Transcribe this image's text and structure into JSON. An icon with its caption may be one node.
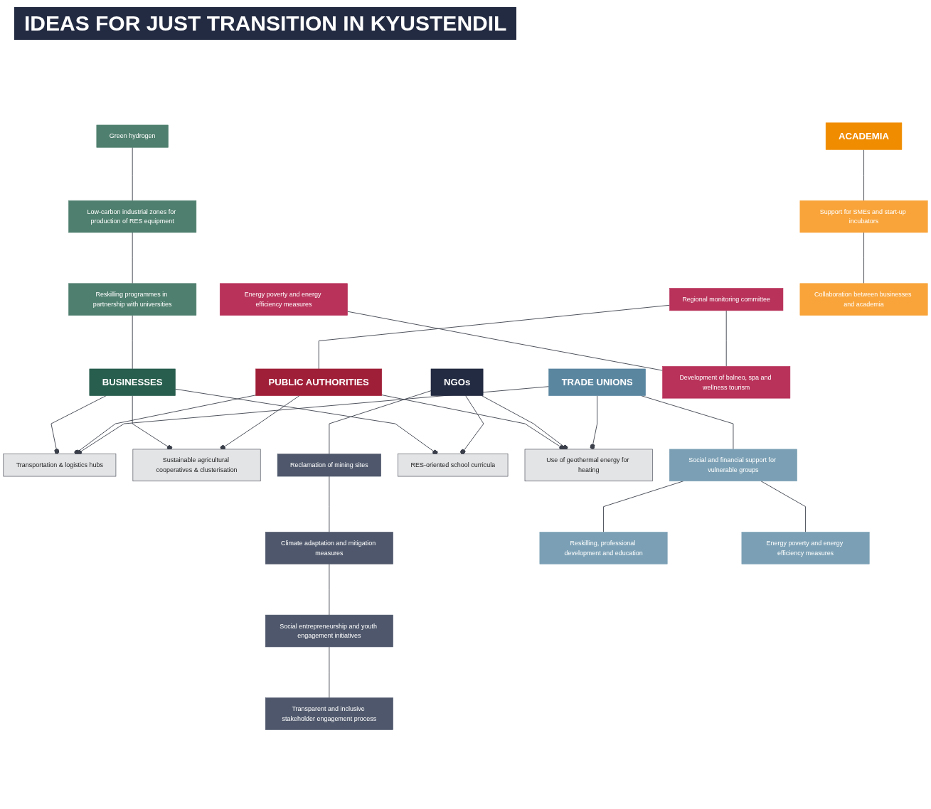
{
  "diagram": {
    "title": "IDEAS FOR JUST TRANSITION IN KYUSTENDIL",
    "nodes": [
      {
        "text": [
          "Green hydrogen"
        ]
      },
      {
        "text": [
          "Low-carbon industrial zones for production of RES equipment"
        ]
      },
      {
        "text": [
          "Reskilling programmes in partnership with universities"
        ]
      },
      {
        "text": [
          "BUSINESSES"
        ]
      },
      {
        "text": [
          "Energy poverty and energy efficiency measures"
        ]
      },
      {
        "text": [
          "Regional monitoring committee"
        ]
      },
      {
        "text": [
          "Development of balneo, spa and wellness tourism"
        ]
      },
      {
        "text": [
          "PUBLIC AUTHORITIES"
        ]
      },
      {
        "text": [
          "NGOs"
        ]
      },
      {
        "text": [
          "Transportation & logistics hubs"
        ]
      },
      {
        "text": [
          "Sustainable agricultural cooperatives & clusterisation"
        ]
      },
      {
        "text": [
          "Reclamation of mining sites"
        ]
      },
      {
        "text": [
          "RES-oriented school curricula"
        ]
      },
      {
        "text": [
          "ACADEMIA"
        ]
      },
      {
        "text": [
          "Climate adaptation and mitigation measures"
        ]
      },
      {
        "text": [
          "Use of geothermal energy for heating"
        ]
      },
      {
        "text": [
          "Support for SMEs and start-up incubators"
        ]
      },
      {
        "text": [
          "Social entrepreneurship and youth engagement initiatives"
        ]
      },
      {
        "text": [
          "Transparent and inclusive stakeholder engagement process"
        ]
      },
      {
        "text": [
          "Collaboration between businesses and academia"
        ]
      },
      {
        "text": [
          "TRADE UNIONS"
        ]
      },
      {
        "text": [
          "Reskilling, professional development and education"
        ]
      },
      {
        "text": [
          "Social and financial support for vulnerable groups"
        ]
      },
      {
        "text": [
          "Energy poverty and energy efficiency measures"
        ]
      }
    ],
    "edges": [
      {
        "from": 0,
        "to": 1,
        "arrow": "none"
      },
      {
        "from": 1,
        "to": 2,
        "arrow": "none"
      },
      {
        "from": 2,
        "to": 3,
        "arrow": "none"
      },
      {
        "from": 4,
        "to": 6,
        "arrow": "none"
      },
      {
        "from": 5,
        "to": 6,
        "arrow": "none"
      },
      {
        "from": 5,
        "to": 7,
        "arrow": "none"
      },
      {
        "from": 3,
        "to": 9,
        "arrow": "other"
      },
      {
        "from": 3,
        "to": 10,
        "arrow": "other"
      },
      {
        "from": 3,
        "to": 12,
        "arrow": "other"
      },
      {
        "from": 7,
        "to": 9,
        "arrow": "other"
      },
      {
        "from": 7,
        "to": 10,
        "arrow": "other"
      },
      {
        "from": 7,
        "to": 15,
        "arrow": "other"
      },
      {
        "from": 8,
        "to": 11,
        "arrow": "none"
      },
      {
        "from": 8,
        "to": 12,
        "arrow": "other"
      },
      {
        "from": 8,
        "to": 15,
        "arrow": "other"
      },
      {
        "from": 11,
        "to": 14,
        "arrow": "none"
      },
      {
        "from": 14,
        "to": 17,
        "arrow": "none"
      },
      {
        "from": 17,
        "to": 18,
        "arrow": "none"
      },
      {
        "from": 13,
        "to": 16,
        "arrow": "none"
      },
      {
        "from": 16,
        "to": 19,
        "arrow": "none"
      },
      {
        "from": 20,
        "to": 9,
        "arrow": "other"
      },
      {
        "from": 20,
        "to": 15,
        "arrow": "other"
      },
      {
        "from": 20,
        "to": 22,
        "arrow": "none"
      },
      {
        "from": 22,
        "to": 21,
        "arrow": "none"
      },
      {
        "from": 22,
        "to": 23,
        "arrow": "none"
      }
    ]
  }
}
